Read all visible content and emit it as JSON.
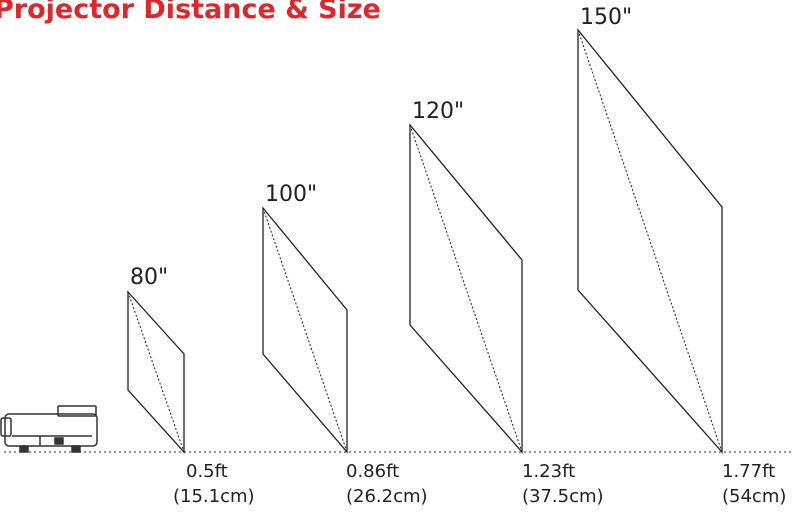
{
  "title": "Projector Distance & Size",
  "colors": {
    "title": "#e0262b",
    "line": "#222222",
    "ground": "#555555"
  },
  "screens": [
    {
      "size_label": "80\"",
      "distance_ft": "0.5ft",
      "distance_cm": "(15.1cm)"
    },
    {
      "size_label": "100\"",
      "distance_ft": "0.86ft",
      "distance_cm": "(26.2cm)"
    },
    {
      "size_label": "120\"",
      "distance_ft": "1.23ft",
      "distance_cm": "(37.5cm)"
    },
    {
      "size_label": "150\"",
      "distance_ft": "1.77ft",
      "distance_cm": "(54cm)"
    }
  ],
  "icons": {
    "projector": "projector-icon"
  }
}
